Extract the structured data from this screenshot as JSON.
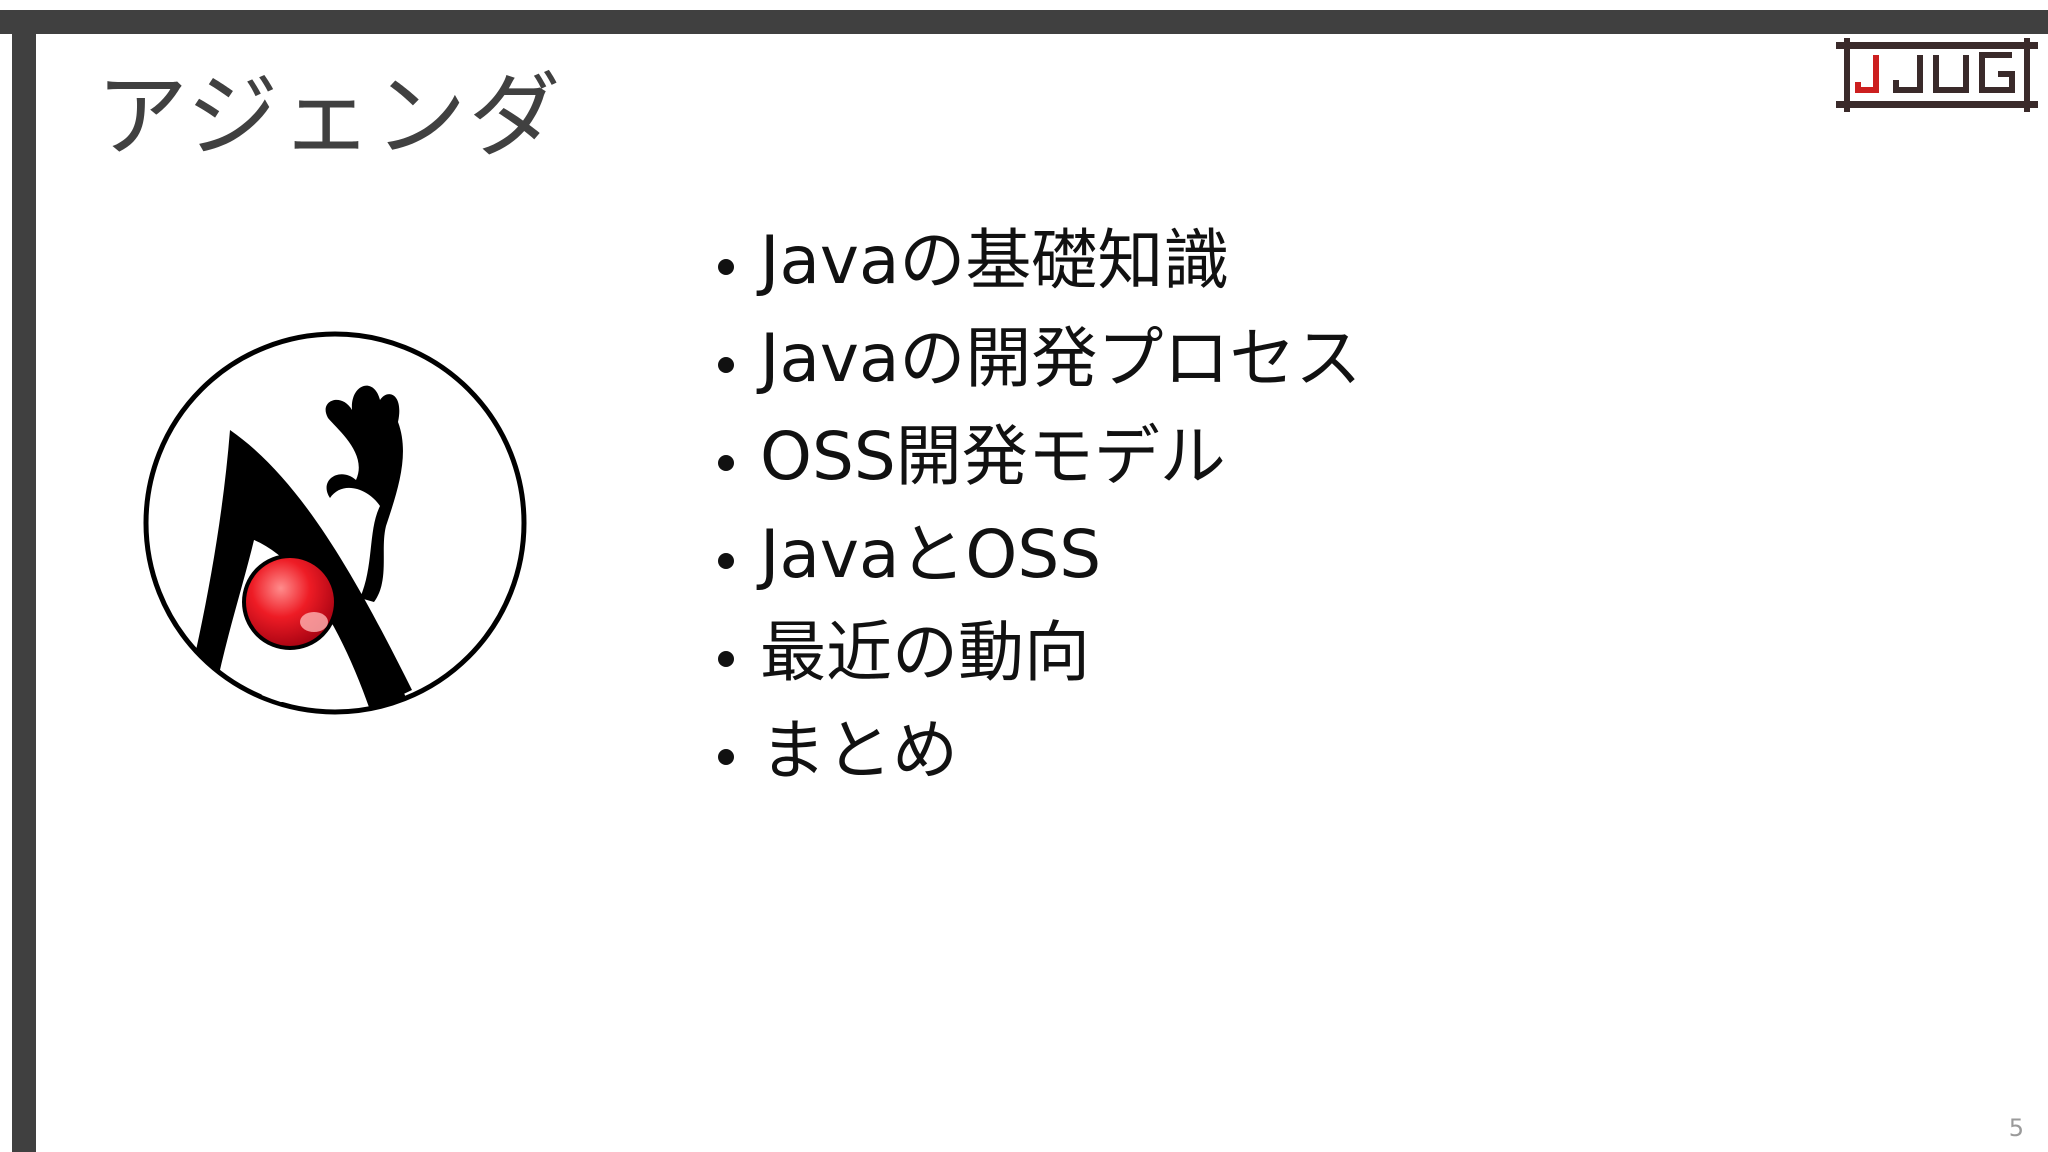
{
  "slide": {
    "title": "アジェンダ",
    "page_number": "5"
  },
  "logo": {
    "text": "JJUG",
    "accent_color": "#cc1f1f",
    "frame_color": "#3a2a2a"
  },
  "agenda": {
    "items": [
      {
        "label": "Javaの基礎知識"
      },
      {
        "label": "Javaの開発プロセス"
      },
      {
        "label": "OSS開発モデル"
      },
      {
        "label": "JavaとOSS"
      },
      {
        "label": "最近の動向"
      },
      {
        "label": "まとめ"
      }
    ]
  },
  "theme": {
    "frame_color": "#404040",
    "title_color": "#404040",
    "text_color": "#111111",
    "duke_nose_color": "#ee1c25"
  }
}
